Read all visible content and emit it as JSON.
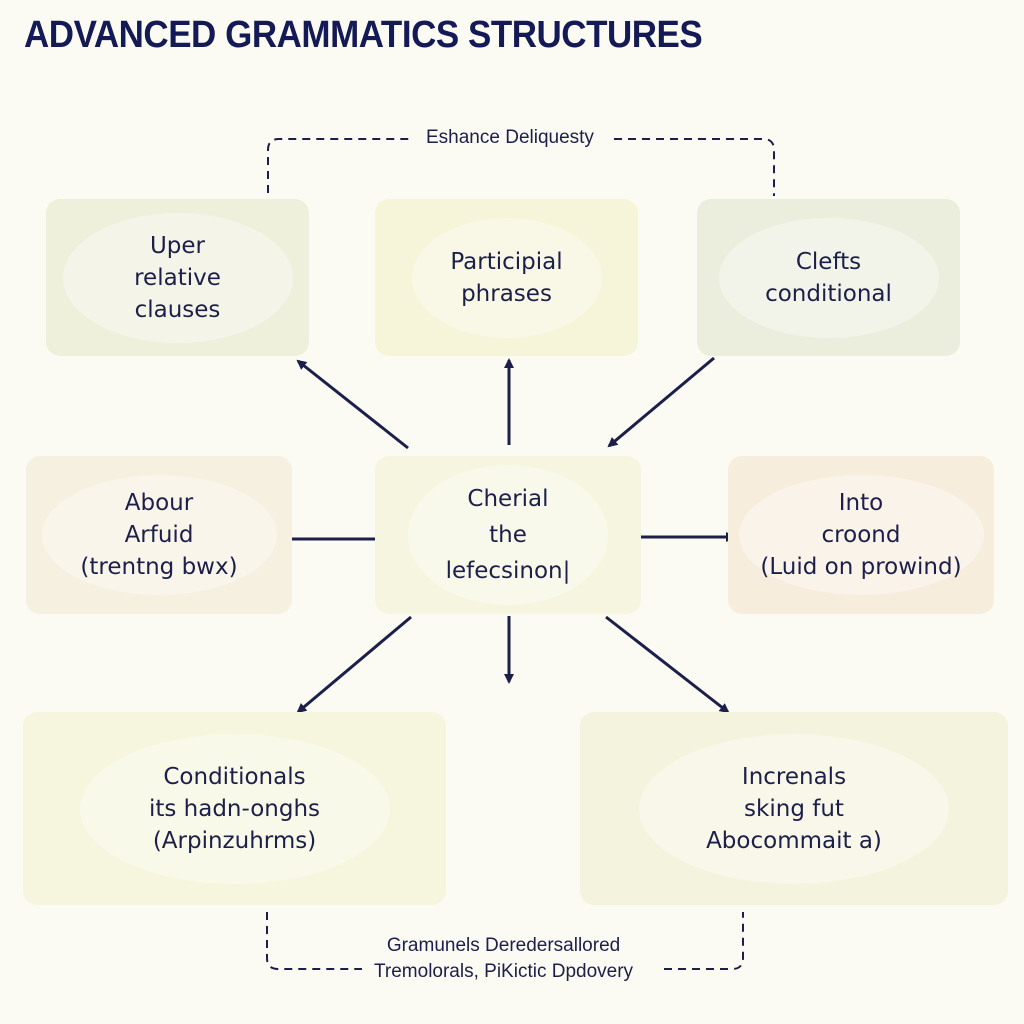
{
  "title": "ADVANCED GRAMMATICS STRUCTURES",
  "top_note": "Eshance Deliquesty",
  "bottom_note": [
    "Gramunels Deredersallored",
    "Tremolorals, PiKictic Dpdovery"
  ],
  "boxes": {
    "upper_left": [
      "Uper",
      "relative",
      "clauses"
    ],
    "upper_mid": [
      "Participial",
      "phrases"
    ],
    "upper_right": [
      "Clefts",
      "conditional"
    ],
    "mid_left": [
      "Abour",
      "Arfuid",
      "(trentng bwx)"
    ],
    "center": [
      "Cherial",
      "the",
      "lefecsinon|"
    ],
    "mid_right": [
      "Into",
      "croond",
      "(Luid on prowind)"
    ],
    "low_left": [
      "Conditionals",
      "its hadn-onghs",
      "(Arpinzuhrms)"
    ],
    "low_right": [
      "Increnals",
      "sking fut",
      "Abocommait a)"
    ]
  },
  "colors": {
    "ink": "#1c1f4a",
    "background": "#fbfbf3",
    "title": "#141a55"
  }
}
